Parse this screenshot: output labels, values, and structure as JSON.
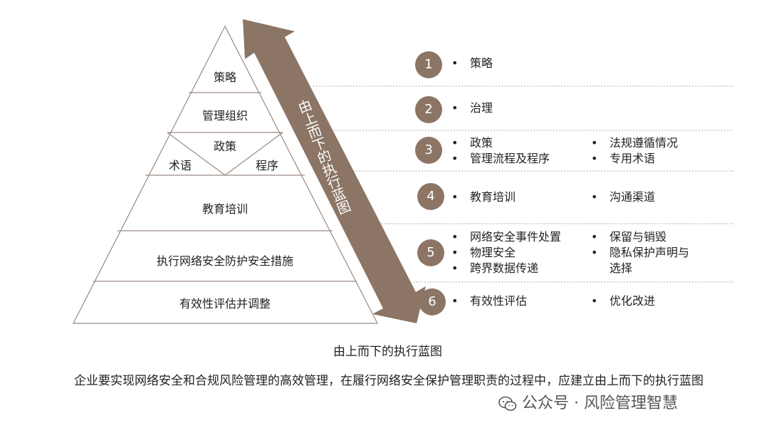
{
  "pyramid": {
    "level1": "策略",
    "level2": "管理组织",
    "level3_top": "政策",
    "level3_left": "术语",
    "level3_right": "程序",
    "level4": "教育培训",
    "level5": "执行网络安全防护安全措施",
    "level6": "有效性评估并调整"
  },
  "arrow_label": "由上而下的执行蓝图",
  "rows": [
    {
      "num": "1",
      "col1": [
        "策略"
      ],
      "col2": []
    },
    {
      "num": "2",
      "col1": [
        "治理"
      ],
      "col2": []
    },
    {
      "num": "3",
      "col1": [
        "政策",
        "管理流程及程序"
      ],
      "col2": [
        "法规遵循情况",
        "专用术语"
      ]
    },
    {
      "num": "4",
      "col1": [
        "教育培训"
      ],
      "col2": [
        "沟通渠道"
      ]
    },
    {
      "num": "5",
      "col1": [
        "网络安全事件处置",
        "物理安全",
        "跨界数据传递"
      ],
      "col2": [
        "保留与销毁",
        "隐私保护声明与",
        "选择"
      ]
    },
    {
      "num": "6",
      "col1": [
        "有效性评估"
      ],
      "col2": [
        "优化改进"
      ]
    }
  ],
  "caption": "由上而下的执行蓝图",
  "paragraph": "企业要实现网络安全和合规风险管理的高效管理，在履行网络安全保护管理职责的过程中，应建立由上而下的执行蓝图",
  "watermark": "公众号 · 风险管理智慧",
  "colors": {
    "accent": "#8c7565",
    "line": "#9a8a80",
    "dotted": "#b9aca2"
  }
}
